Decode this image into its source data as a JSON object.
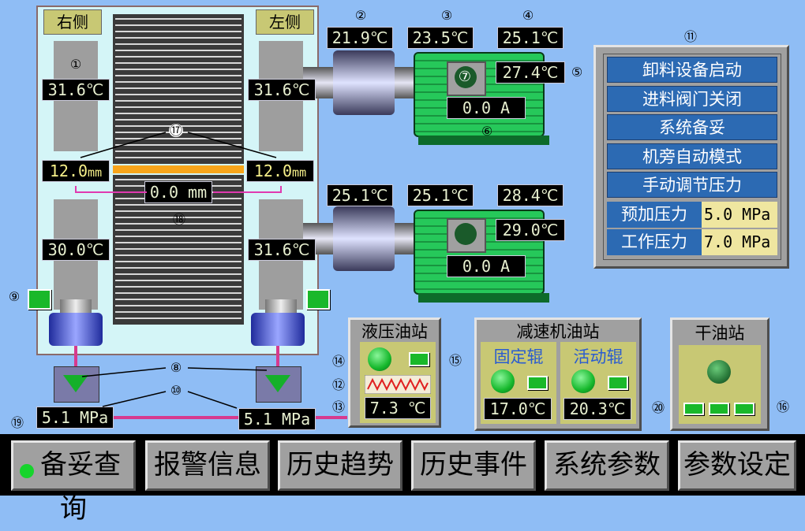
{
  "sides": {
    "right": "右侧",
    "left": "左侧"
  },
  "roller_temps": {
    "top_right": "31.6℃",
    "top_left": "31.6℃",
    "bottom_right": "30.0℃",
    "bottom_left": "31.6℃"
  },
  "gaps": {
    "right": "12.0",
    "left": "12.0",
    "unit": "mm",
    "center": "0.0 mm"
  },
  "motor_top": {
    "t2": "21.9℃",
    "t3": "23.5℃",
    "t4": "25.1℃",
    "t5": "27.4℃",
    "current": "0.0 A"
  },
  "motor_bottom": {
    "t2": "25.1℃",
    "t3": "25.1℃",
    "t4": "28.4℃",
    "t5": "29.0℃",
    "current": "0.0 A"
  },
  "pressures": {
    "right": "5.1 MPa",
    "left": "5.1 MPa"
  },
  "status": {
    "items": [
      "卸料设备启动",
      "进料阀门关闭",
      "系统备妥",
      "机旁自动模式",
      "手动调节压力"
    ],
    "preload_label": "预加压力",
    "preload_value": "5.0 MPa",
    "work_label": "工作压力",
    "work_value": "7.0 MPa"
  },
  "hydraulic": {
    "title": "液压油站",
    "temp": "7.3 ℃"
  },
  "reducer": {
    "title": "减速机油站",
    "fixed": "固定辊",
    "moving": "活动辊",
    "fixed_temp": "17.0℃",
    "moving_temp": "20.3℃"
  },
  "dry": {
    "title": "干油站"
  },
  "nav": [
    "备妥查询",
    "报警信息",
    "历史趋势",
    "历史事件",
    "系统参数",
    "参数设定"
  ],
  "markers": {
    "m1": "①",
    "m2": "②",
    "m3": "③",
    "m4": "④",
    "m5": "⑤",
    "m6": "⑥",
    "m7": "⑦",
    "m8": "⑧",
    "m9": "⑨",
    "m10": "⑩",
    "m11": "⑪",
    "m12": "⑫",
    "m13": "⑬",
    "m14": "⑭",
    "m15": "⑮",
    "m16": "⑯",
    "m17": "⑰",
    "m18": "⑱",
    "m19": "⑲",
    "m20": "⑳"
  },
  "colors": {
    "background": "#8fbdf5",
    "green": "#1ab82a",
    "motor": "#20c060",
    "panel": "#c8c874"
  }
}
